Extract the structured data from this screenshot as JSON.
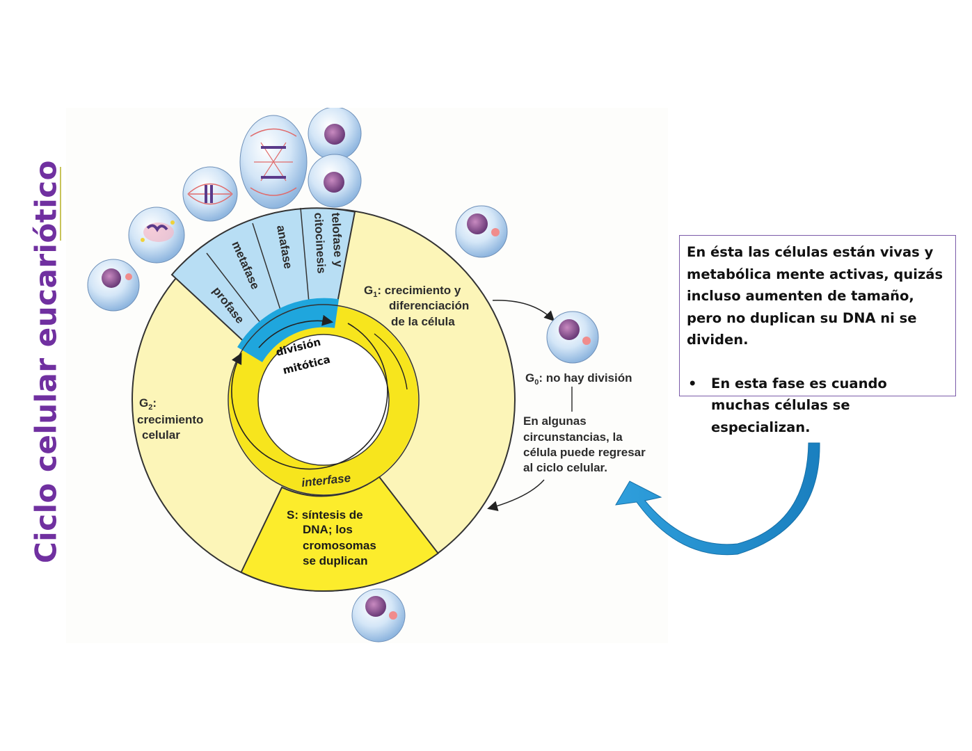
{
  "slide": {
    "title": "Ciclo celular eucariótico"
  },
  "diagram": {
    "mitosis_phases": [
      "profase",
      "metafase",
      "anafase",
      "telofase y",
      "citocinesis"
    ],
    "inner_mitotic_label": [
      "división",
      "mitótica"
    ],
    "interphase_label": "interfase",
    "g1_label": [
      "G",
      "1",
      ": crecimiento y",
      "diferenciación",
      "de la célula"
    ],
    "g2_label": [
      "G",
      "2",
      ":",
      "crecimiento",
      "celular"
    ],
    "s_label": [
      "S: síntesis de",
      "DNA; los",
      "cromosomas",
      "se duplican"
    ],
    "g0_label": [
      "G",
      "0",
      ": no hay división"
    ],
    "return_note": [
      "En algunas",
      "circunstancias, la",
      "célula puede regresar",
      "al ciclo celular."
    ]
  },
  "info_box": {
    "paragraph": "En ésta las células están vivas y metabólica mente activas, quizás incluso aumenten de tamaño, pero no duplican su DNA ni se dividen.",
    "bullet_symbol": "•",
    "bullet_text": "En esta fase es cuando muchas células se especializan."
  },
  "colors": {
    "title": "#7030a0",
    "interphase_pale": "#fcf5b8",
    "s_phase": "#fcec2c",
    "mitosis_light_blue": "#b8def4",
    "mitosis_ring": "#1fa6dd",
    "yellow_ring": "#f7e51d",
    "arrow_blue": "#2b9fd9",
    "box_border": "#7a5aa8"
  }
}
